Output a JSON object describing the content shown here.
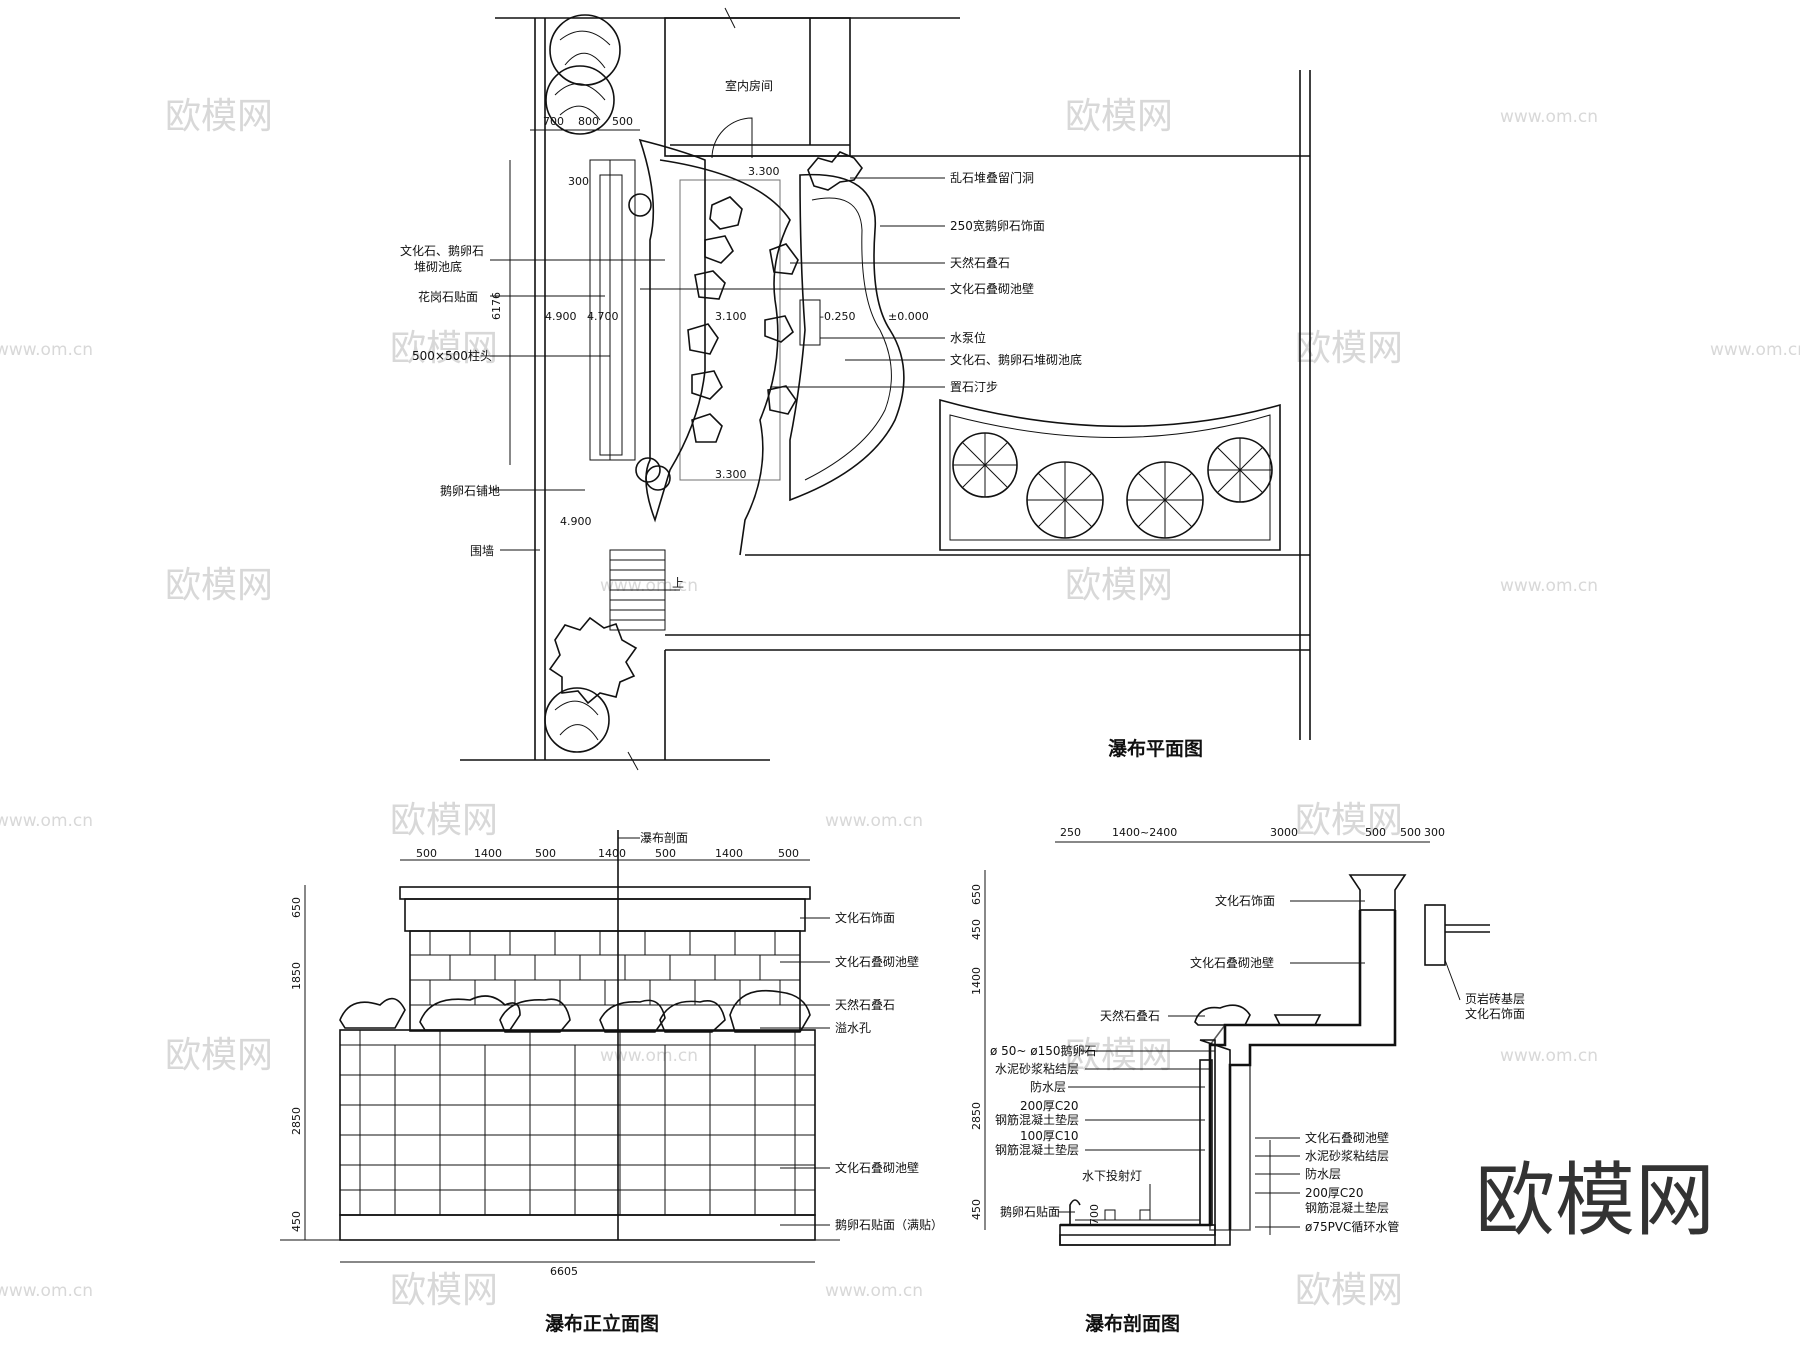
{
  "plan": {
    "title": "瀑布平面图",
    "room_label": "室内房间",
    "step_label": "上",
    "dims_top": [
      "700",
      "800",
      "500"
    ],
    "dim_300": "300",
    "dim_side": "6176",
    "elevations": [
      "3.300",
      "4.900",
      "4.700",
      "3.100",
      "-0.250",
      "±0.000",
      "3.300",
      "4.900"
    ],
    "left_labels": [
      "文化石、鹅卵石",
      "堆砌池底",
      "花岗石贴面",
      "500×500柱头",
      "鹅卵石铺地",
      "围墙"
    ],
    "right_labels": [
      "乱石堆叠留门洞",
      "250宽鹅卵石饰面",
      "天然石叠石",
      "文化石叠砌池壁",
      "水泵位",
      "文化石、鹅卵石堆砌池底",
      "置石汀步"
    ]
  },
  "elevation": {
    "title": "瀑布正立面图",
    "section_mark": "瀑布剖面",
    "dims_top": [
      "500",
      "1400",
      "500",
      "1400",
      "500",
      "1400",
      "500"
    ],
    "dims_left": [
      "650",
      "1850",
      "2850",
      "450"
    ],
    "dim_bottom": "6605",
    "labels": [
      "文化石饰面",
      "文化石叠砌池壁",
      "天然石叠石",
      "溢水孔",
      "文化石叠砌池壁",
      "鹅卵石贴面（满贴）"
    ]
  },
  "section": {
    "title": "瀑布剖面图",
    "dims_top": [
      "250",
      "1400~2400",
      "3000",
      "500",
      "500",
      "300"
    ],
    "dims_left": [
      "650",
      "450",
      "1400",
      "2850",
      "450"
    ],
    "dim_700": "700",
    "top_labels": [
      "文化石饰面",
      "文化石叠砌池壁",
      "天然石叠石"
    ],
    "right_labels": [
      "页岩砖基层",
      "文化石饰面"
    ],
    "left_labels": [
      "ø 50~ ø150鹅卵石",
      "水泥砂浆粘结层",
      "防水层",
      "200厚C20",
      "钢筋混凝土垫层",
      "100厚C10",
      "钢筋混凝土垫层",
      "水下投射灯",
      "鹅卵石贴面"
    ],
    "bottom_right_labels": [
      "文化石叠砌池壁",
      "水泥砂浆粘结层",
      "防水层",
      "200厚C20",
      "钢筋混凝土垫层",
      "ø75PVC循环水管"
    ]
  },
  "watermark": {
    "text": "欧模网",
    "url": "www.om.cn"
  },
  "brand": "欧模网"
}
